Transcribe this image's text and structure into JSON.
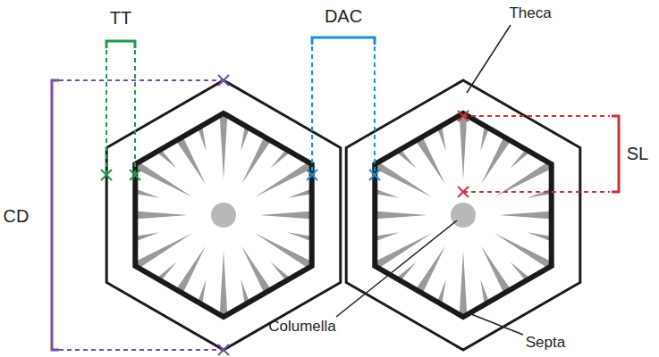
{
  "diagram": {
    "labels": [
      "TT",
      "DAC",
      "Theca",
      "CD",
      "SL",
      "Columella",
      "Septa"
    ]
  }
}
